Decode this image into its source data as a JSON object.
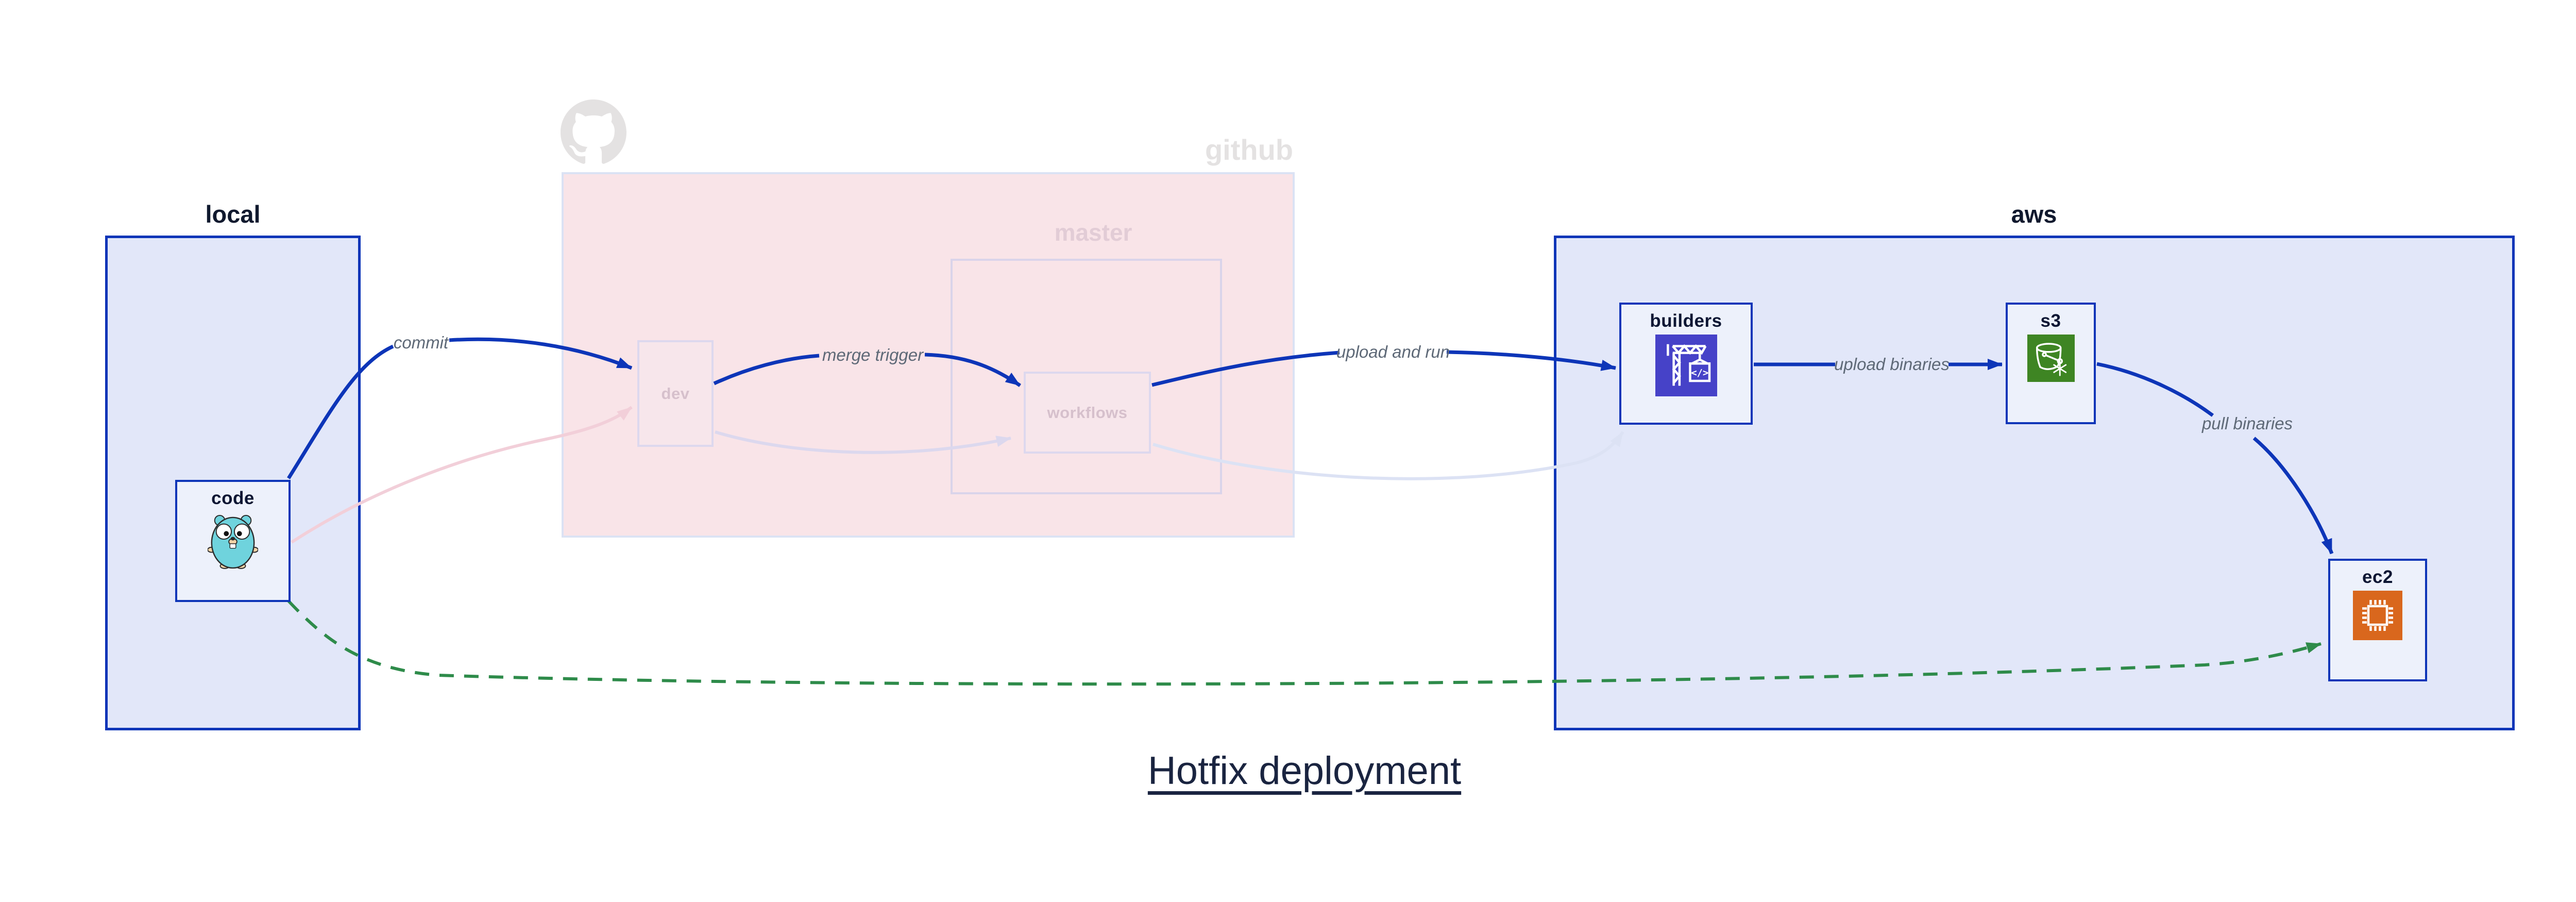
{
  "diagram_title": "Hotfix deployment",
  "containers": {
    "local": {
      "label": "local"
    },
    "github": {
      "label": "github",
      "icon": "octocat-icon",
      "master": {
        "label": "master"
      }
    },
    "aws": {
      "label": "aws"
    }
  },
  "nodes": {
    "code": {
      "label": "code",
      "icon": "gopher-icon"
    },
    "dev": {
      "label": "dev"
    },
    "workflows": {
      "label": "workflows"
    },
    "builders": {
      "label": "builders",
      "icon": "codebuild-crane-icon"
    },
    "s3": {
      "label": "s3",
      "icon": "s3-glacier-bucket-icon"
    },
    "ec2": {
      "label": "ec2",
      "icon": "ec2-chip-icon"
    }
  },
  "edges": {
    "commit": {
      "label": "commit"
    },
    "merge_trigger": {
      "label": "merge trigger"
    },
    "upload_and_run": {
      "label": "upload and run"
    },
    "upload_binaries": {
      "label": "upload binaries"
    },
    "pull_binaries": {
      "label": "pull binaries"
    }
  },
  "colors": {
    "accent_blue": "#0d35b8",
    "container_fill": "#e2e7f9",
    "node_fill": "#edf1fb",
    "github_faded_pink": "#f9e4e8",
    "faded_border": "#dbe2f4",
    "hotfix_green": "#2e8b4a",
    "edge_label_gray": "#5e6977",
    "title_navy": "#1a2440",
    "codebuild_purple": "#4642c8",
    "s3_glacier_green": "#3e8523",
    "ec2_orange": "#d9671d"
  }
}
